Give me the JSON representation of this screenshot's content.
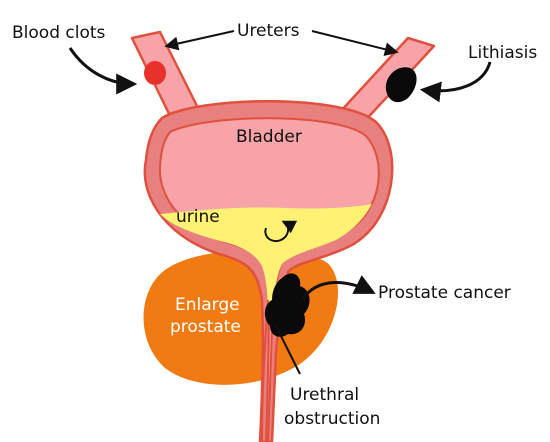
{
  "diagram": {
    "labels": {
      "blood_clots": "Blood clots",
      "ureters": "Ureters",
      "lithiasis": "Lithiasis",
      "bladder": "Bladder",
      "urine": "urine",
      "prostate_cancer": "Prostate cancer",
      "enlarge_prostate_line1": "Enlarge",
      "enlarge_prostate_line2": "prostate",
      "urethral_obstruction_line1": "Urethral",
      "urethral_obstruction_line2": "obstruction"
    },
    "colors": {
      "tissue_outline": "#e0503c",
      "tissue_fill": "#f7a3a7",
      "tissue_wall": "#e88080",
      "urine": "#fef174",
      "prostate": "#f27a12",
      "clot": "#e8312a",
      "dark_mass": "#0a0a0a",
      "arrow": "#111111"
    }
  }
}
